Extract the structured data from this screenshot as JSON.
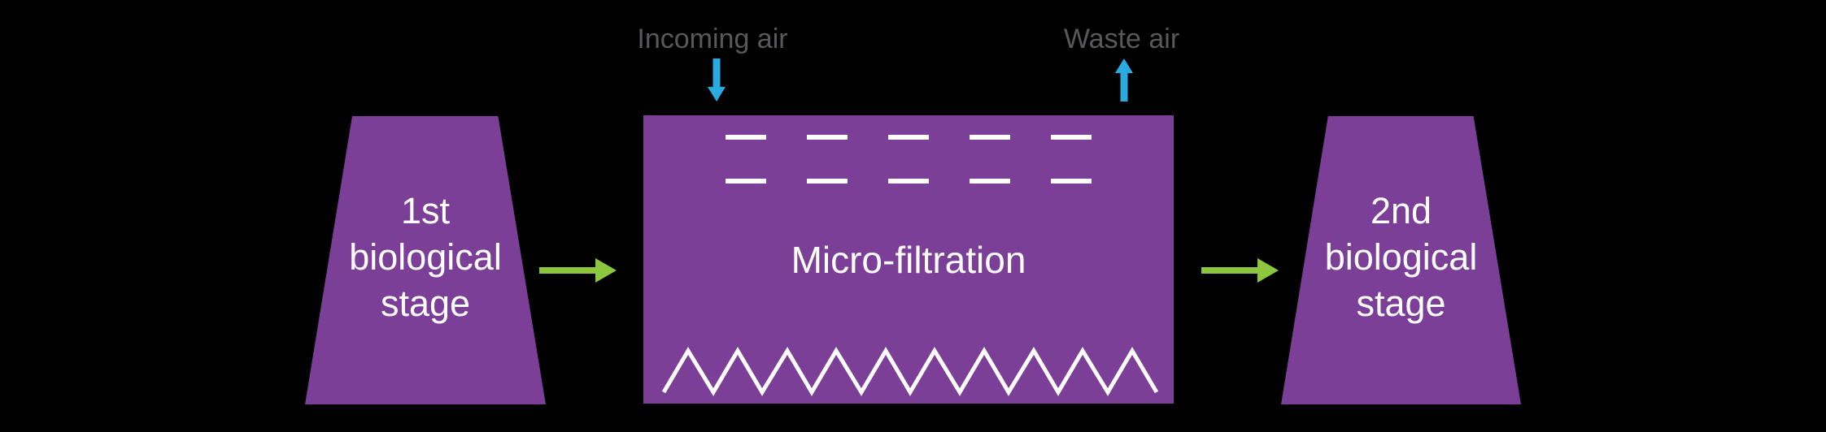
{
  "diagram": {
    "stage1": {
      "line1": "1st",
      "line2": "biological",
      "line3": "stage"
    },
    "filter": {
      "label": "Micro-filtration"
    },
    "stage2": {
      "line1": "2nd",
      "line2": "biological",
      "line3": "stage"
    },
    "incoming_air_label": "Incoming air",
    "waste_air_label": "Waste air"
  },
  "colors": {
    "purple": "#7C3F97",
    "green": "#8CC63F",
    "blue": "#29ABE2",
    "gray": "#58595B",
    "white": "#FFFFFF",
    "bg": "#000000"
  }
}
